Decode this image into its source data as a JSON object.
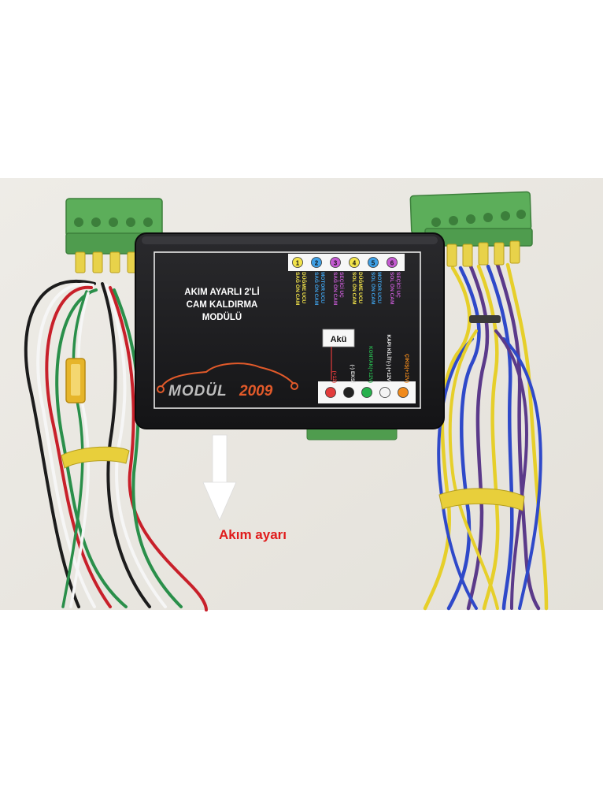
{
  "module": {
    "title_line1": "AKIM AYARLI 2'Lİ",
    "title_line2": "CAM KALDIRMA",
    "title_line3": "MODÜLÜ",
    "brand": "MODÜL",
    "brand_year": "2009",
    "battery_label": "Akü"
  },
  "top_pins": [
    {
      "number": "1",
      "color": "#f2e34a",
      "label1": "SAĞ ÖN CAM",
      "label2": "DÜĞME UCU"
    },
    {
      "number": "2",
      "color": "#3fa0e6",
      "label1": "SAĞ ÖN CAM",
      "label2": "MOTOR UCU"
    },
    {
      "number": "3",
      "color": "#c45ad1",
      "label1": "SAĞ ÖN CAM",
      "label2": "SEÇİCİ UÇ"
    },
    {
      "number": "4",
      "color": "#f2e34a",
      "label1": "SOL ÖN CAM",
      "label2": "DÜĞME UCU"
    },
    {
      "number": "5",
      "color": "#3fa0e6",
      "label1": "SOL ÖN CAM",
      "label2": "MOTOR UCU"
    },
    {
      "number": "6",
      "color": "#c45ad1",
      "label1": "SOL ÖN CAM",
      "label2": "SEÇİCİ UÇ"
    }
  ],
  "bottom_pins": [
    {
      "color": "#e23b3b",
      "label": "(+12)"
    },
    {
      "color": "#222222",
      "label": "(-) EKSİ"
    },
    {
      "color": "#27b04c",
      "label": "KONTAK(+12V)"
    },
    {
      "color": "#f4f4f4",
      "label": "KAPI KİLİT(-) (+12V)"
    },
    {
      "color": "#f08a1c",
      "label": "ÇIKIŞ(+12V)"
    }
  ],
  "colors": {
    "module_body": "#1b1b1d",
    "terminal_green": "#5cae5a",
    "arrow_label_red": "#e01b1b"
  },
  "annotation": {
    "arrow_label": "Akım ayarı"
  }
}
